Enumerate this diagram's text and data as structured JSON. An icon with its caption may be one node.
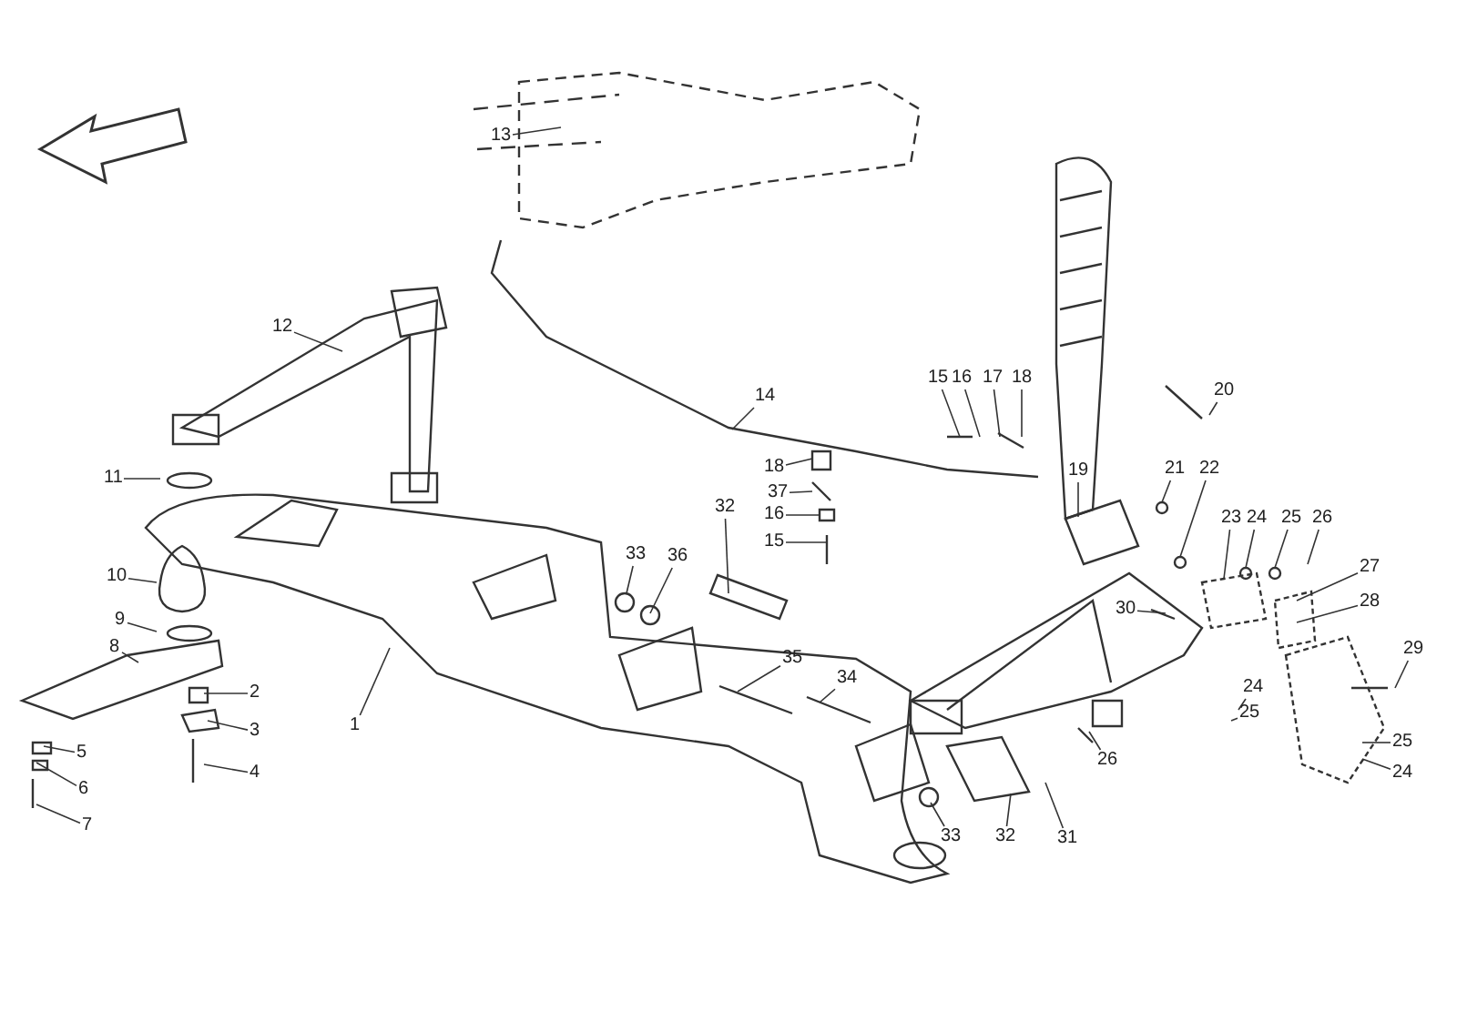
{
  "diagram": {
    "nodes": [
      {
        "text": [
          "13"
        ]
      },
      {
        "text": [
          "12"
        ]
      },
      {
        "text": [
          "14"
        ]
      },
      {
        "text": [
          "15"
        ]
      },
      {
        "text": [
          "16"
        ]
      },
      {
        "text": [
          "17"
        ]
      },
      {
        "text": [
          "18"
        ]
      },
      {
        "text": [
          "20"
        ]
      },
      {
        "text": [
          "11"
        ]
      },
      {
        "text": [
          "21"
        ]
      },
      {
        "text": [
          "22"
        ]
      },
      {
        "text": [
          "18"
        ]
      },
      {
        "text": [
          "19"
        ]
      },
      {
        "text": [
          "37"
        ]
      },
      {
        "text": [
          "32"
        ]
      },
      {
        "text": [
          "16"
        ]
      },
      {
        "text": [
          "23"
        ]
      },
      {
        "text": [
          "24"
        ]
      },
      {
        "text": [
          "25"
        ]
      },
      {
        "text": [
          "26"
        ]
      },
      {
        "text": [
          "15"
        ]
      },
      {
        "text": [
          "33"
        ]
      },
      {
        "text": [
          "36"
        ]
      },
      {
        "text": [
          "10"
        ]
      },
      {
        "text": [
          "27"
        ]
      },
      {
        "text": [
          "28"
        ]
      },
      {
        "text": [
          "9"
        ]
      },
      {
        "text": [
          "30"
        ]
      },
      {
        "text": [
          "29"
        ]
      },
      {
        "text": [
          "8"
        ]
      },
      {
        "text": [
          "35"
        ]
      },
      {
        "text": [
          "34"
        ]
      },
      {
        "text": [
          "2"
        ]
      },
      {
        "text": [
          "24"
        ]
      },
      {
        "text": [
          "25"
        ]
      },
      {
        "text": [
          "3"
        ]
      },
      {
        "text": [
          "1"
        ]
      },
      {
        "text": [
          "25"
        ]
      },
      {
        "text": [
          "26"
        ]
      },
      {
        "text": [
          "4"
        ]
      },
      {
        "text": [
          "5"
        ]
      },
      {
        "text": [
          "24"
        ]
      },
      {
        "text": [
          "6"
        ]
      },
      {
        "text": [
          "33"
        ]
      },
      {
        "text": [
          "32"
        ]
      },
      {
        "text": [
          "31"
        ]
      },
      {
        "text": [
          "7"
        ]
      }
    ],
    "edges": [
      {
        "from": 0,
        "to": null,
        "arrow": "none"
      },
      {
        "from": 1,
        "to": null,
        "arrow": "none"
      },
      {
        "from": 2,
        "to": null,
        "arrow": "none"
      },
      {
        "from": 3,
        "to": null,
        "arrow": "none"
      },
      {
        "from": 4,
        "to": null,
        "arrow": "none"
      },
      {
        "from": 5,
        "to": null,
        "arrow": "none"
      },
      {
        "from": 6,
        "to": null,
        "arrow": "none"
      },
      {
        "from": 7,
        "to": null,
        "arrow": "none"
      },
      {
        "from": 8,
        "to": null,
        "arrow": "none"
      },
      {
        "from": 9,
        "to": null,
        "arrow": "none"
      },
      {
        "from": 10,
        "to": null,
        "arrow": "none"
      },
      {
        "from": 11,
        "to": null,
        "arrow": "none"
      },
      {
        "from": 12,
        "to": null,
        "arrow": "none"
      },
      {
        "from": 13,
        "to": null,
        "arrow": "none"
      },
      {
        "from": 14,
        "to": null,
        "arrow": "none"
      },
      {
        "from": 15,
        "to": null,
        "arrow": "none"
      },
      {
        "from": 16,
        "to": null,
        "arrow": "none"
      },
      {
        "from": 17,
        "to": null,
        "arrow": "none"
      },
      {
        "from": 18,
        "to": null,
        "arrow": "none"
      },
      {
        "from": 19,
        "to": null,
        "arrow": "none"
      },
      {
        "from": 20,
        "to": null,
        "arrow": "none"
      },
      {
        "from": 21,
        "to": null,
        "arrow": "none"
      },
      {
        "from": 22,
        "to": null,
        "arrow": "none"
      },
      {
        "from": 23,
        "to": null,
        "arrow": "none"
      },
      {
        "from": 24,
        "to": null,
        "arrow": "none"
      },
      {
        "from": 25,
        "to": null,
        "arrow": "none"
      },
      {
        "from": 26,
        "to": null,
        "arrow": "none"
      },
      {
        "from": 27,
        "to": null,
        "arrow": "none"
      },
      {
        "from": 28,
        "to": null,
        "arrow": "none"
      },
      {
        "from": 29,
        "to": null,
        "arrow": "none"
      },
      {
        "from": 30,
        "to": null,
        "arrow": "none"
      },
      {
        "from": 31,
        "to": null,
        "arrow": "none"
      },
      {
        "from": 32,
        "to": null,
        "arrow": "none"
      },
      {
        "from": 33,
        "to": null,
        "arrow": "none"
      },
      {
        "from": 34,
        "to": null,
        "arrow": "none"
      },
      {
        "from": 35,
        "to": null,
        "arrow": "none"
      },
      {
        "from": 36,
        "to": null,
        "arrow": "none"
      },
      {
        "from": 37,
        "to": null,
        "arrow": "none"
      },
      {
        "from": 38,
        "to": null,
        "arrow": "none"
      },
      {
        "from": 39,
        "to": null,
        "arrow": "none"
      },
      {
        "from": 40,
        "to": null,
        "arrow": "none"
      },
      {
        "from": 41,
        "to": null,
        "arrow": "none"
      },
      {
        "from": 42,
        "to": null,
        "arrow": "none"
      },
      {
        "from": 43,
        "to": null,
        "arrow": "none"
      },
      {
        "from": 44,
        "to": null,
        "arrow": "none"
      },
      {
        "from": 45,
        "to": null,
        "arrow": "none"
      },
      {
        "from": 46,
        "to": null,
        "arrow": "none"
      }
    ]
  }
}
